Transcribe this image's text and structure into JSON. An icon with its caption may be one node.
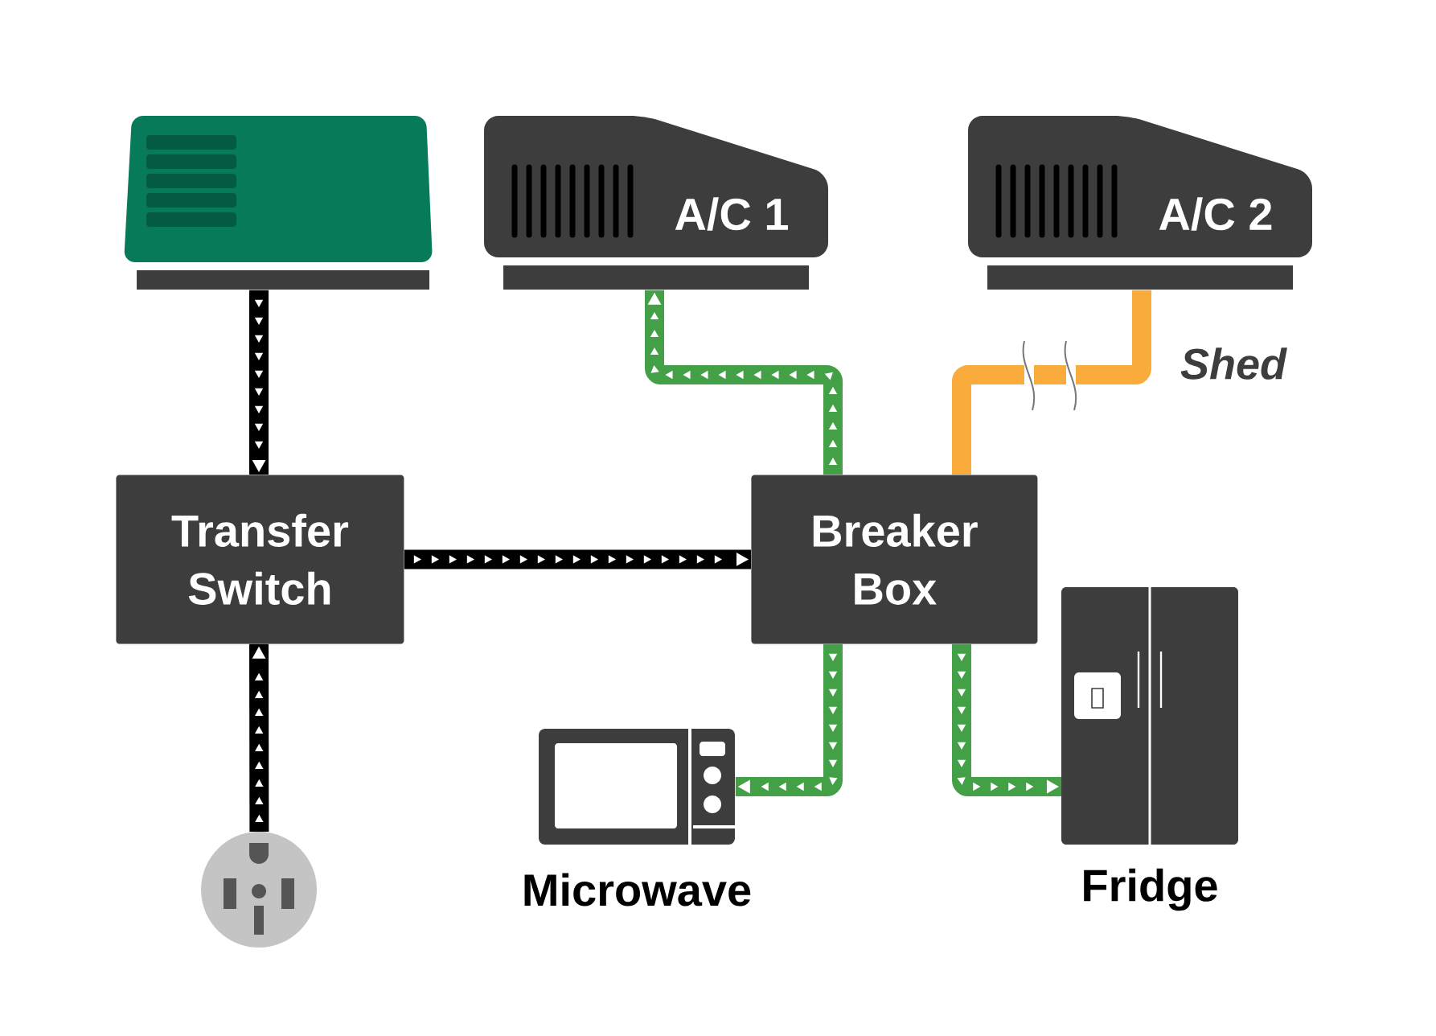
{
  "diagram": {
    "nodes": [
      {
        "text": [],
        "shape": "picture"
      },
      {
        "text": [
          "A/C 1"
        ]
      },
      {
        "text": [
          "A/C 2"
        ]
      },
      {
        "text": [
          "Transfer Switch"
        ]
      },
      {
        "text": [
          "Breaker Box"
        ]
      },
      {
        "text": [
          "Fridge"
        ]
      },
      {
        "text": [
          "Microwave"
        ]
      },
      {
        "text": [],
        "shape": "circle"
      }
    ],
    "edges": [
      {
        "from": 0,
        "to": 3,
        "arrow": "to",
        "color": "#000000"
      },
      {
        "from": 7,
        "to": 3,
        "arrow": "to",
        "color": "#000000"
      },
      {
        "from": 3,
        "to": 4,
        "arrow": "to",
        "color": "#000000"
      },
      {
        "from": 4,
        "to": 1,
        "arrow": "to",
        "color": "#43a047"
      },
      {
        "from": 4,
        "to": 2,
        "arrow": "none",
        "color": "#f9ab3c",
        "label": "Shed"
      },
      {
        "from": 4,
        "to": 6,
        "arrow": "to",
        "color": "#43a047"
      },
      {
        "from": 4,
        "to": 5,
        "arrow": "to",
        "color": "#43a047"
      }
    ]
  }
}
